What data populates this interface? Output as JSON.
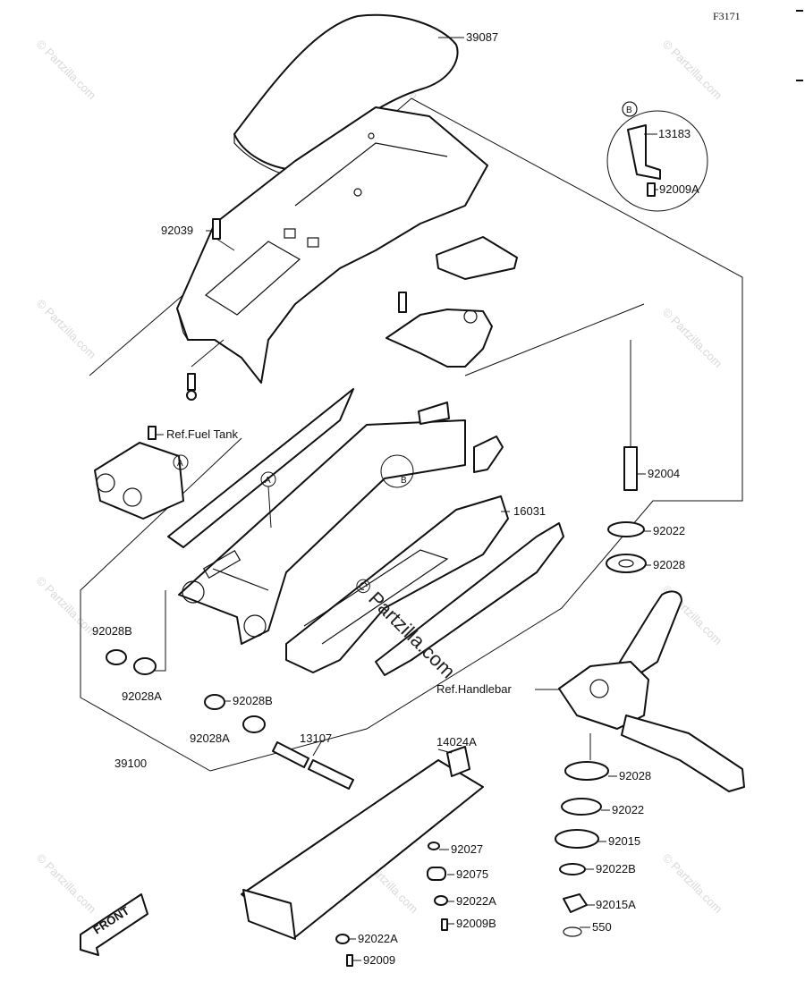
{
  "figure_code": "F3171",
  "watermark": "© Partzilla.com",
  "callouts": {
    "A": "A",
    "B": "B"
  },
  "labels": [
    {
      "id": "39087",
      "text": "39087"
    },
    {
      "id": "13183",
      "text": "13183"
    },
    {
      "id": "92009A_top",
      "text": "92009A"
    },
    {
      "id": "92039",
      "text": "92039"
    },
    {
      "id": "ref_fuel_tank",
      "text": "Ref.Fuel Tank"
    },
    {
      "id": "92004",
      "text": "92004"
    },
    {
      "id": "16031",
      "text": "16031"
    },
    {
      "id": "92022_a",
      "text": "92022"
    },
    {
      "id": "92028_a",
      "text": "92028"
    },
    {
      "id": "92028B_1",
      "text": "92028B"
    },
    {
      "id": "92028A_1",
      "text": "92028A"
    },
    {
      "id": "ref_handlebar",
      "text": "Ref.Handlebar"
    },
    {
      "id": "92028B_2",
      "text": "92028B"
    },
    {
      "id": "92028A_2",
      "text": "92028A"
    },
    {
      "id": "13107",
      "text": "13107"
    },
    {
      "id": "14024A",
      "text": "14024A"
    },
    {
      "id": "39100",
      "text": "39100"
    },
    {
      "id": "92028_b",
      "text": "92028"
    },
    {
      "id": "92022_b",
      "text": "92022"
    },
    {
      "id": "92015",
      "text": "92015"
    },
    {
      "id": "92022B",
      "text": "92022B"
    },
    {
      "id": "92015A",
      "text": "92015A"
    },
    {
      "id": "550",
      "text": "550"
    },
    {
      "id": "92027",
      "text": "92027"
    },
    {
      "id": "92075",
      "text": "92075"
    },
    {
      "id": "92022A_1",
      "text": "92022A"
    },
    {
      "id": "92009B",
      "text": "92009B"
    },
    {
      "id": "92022A_2",
      "text": "92022A"
    },
    {
      "id": "92009",
      "text": "92009"
    }
  ],
  "front_arrow": "FRONT"
}
